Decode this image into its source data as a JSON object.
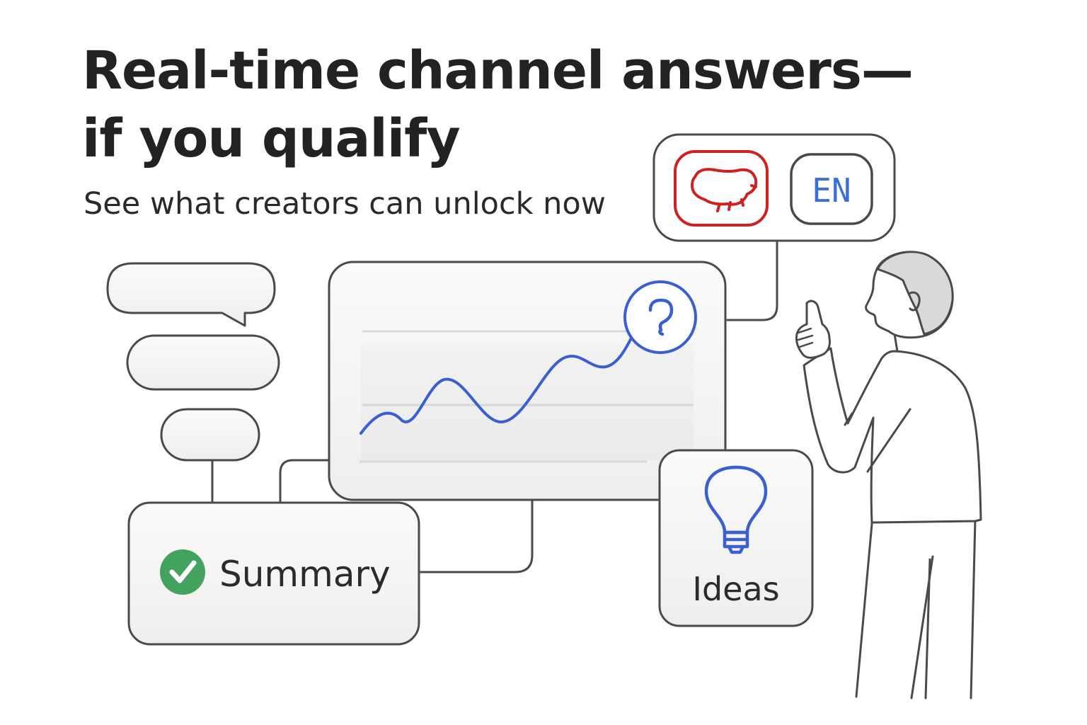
{
  "headline": {
    "line1": "Real-time channel answers—",
    "line2": "if you qualify"
  },
  "subheadline": "See what creators can unlock now",
  "language_selector": {
    "options": [
      {
        "name": "red-language-chip",
        "icon": "scribble-icon",
        "color": "#cc2222"
      },
      {
        "name": "en-language-chip",
        "label": "EN",
        "color": "#3a6fd8"
      }
    ]
  },
  "chart_card": {
    "badge_icon": "question-mark-icon",
    "line_color": "#3a5fd0"
  },
  "summary_card": {
    "label": "Summary",
    "icon": "check-circle-icon",
    "icon_color": "#44a25f"
  },
  "ideas_card": {
    "label": "Ideas",
    "icon": "lightbulb-icon",
    "icon_color": "#3a5fd0"
  },
  "chat_bubbles": {
    "count": 3
  },
  "colors": {
    "stroke": "#4a4a4a",
    "card_fill": "#f5f5f5",
    "accent_blue": "#3a5fd0",
    "accent_red": "#cc2222",
    "accent_green": "#44a25f"
  }
}
